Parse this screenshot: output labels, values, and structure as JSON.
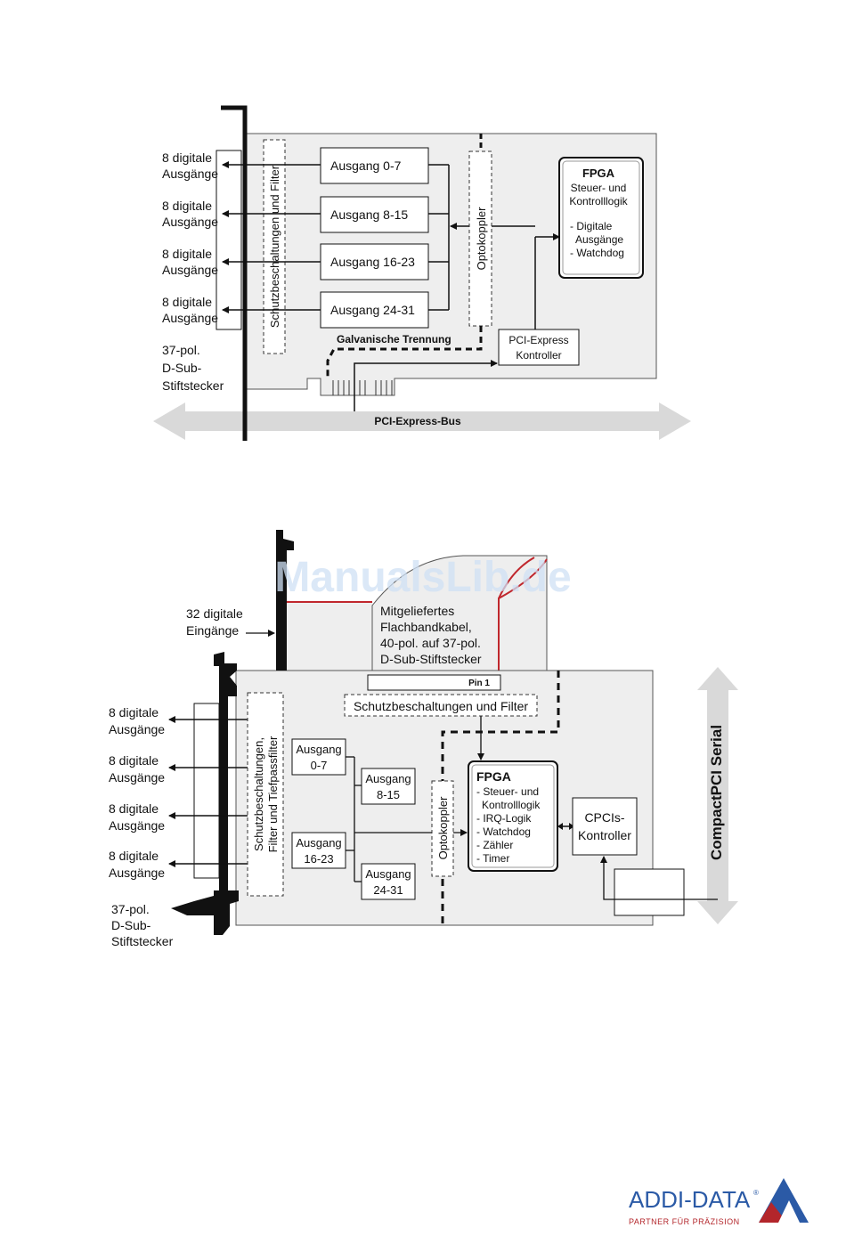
{
  "watermark": "ManualsLib.de",
  "top_diagram": {
    "output_labels": [
      {
        "line1": "8 digitale",
        "line2": "Ausgänge"
      },
      {
        "line1": "8 digitale",
        "line2": "Ausgänge"
      },
      {
        "line1": "8 digitale",
        "line2": "Ausgänge"
      },
      {
        "line1": "8 digitale",
        "line2": "Ausgänge"
      }
    ],
    "connector": {
      "line1": "37-pol.",
      "line2": "D-Sub-",
      "line3": "Stiftstecker"
    },
    "filter_label": "Schutzbeschaltungen und Filter",
    "channels": [
      "Ausgang 0-7",
      "Ausgang 8-15",
      "Ausgang 16-23",
      "Ausgang 24-31"
    ],
    "optocoupler": "Optokoppler",
    "fpga": {
      "title": "FPGA",
      "line1": "Steuer- und",
      "line2": "Kontrolllogik",
      "item1": "- Digitale",
      "item1b": "Ausgänge",
      "item2": "- Watchdog"
    },
    "isolation": "Galvanische Trennung",
    "controller": {
      "line1": "PCI-Express",
      "line2": "Kontroller"
    },
    "bus": "PCI-Express-Bus"
  },
  "bottom_diagram": {
    "inputs": {
      "line1": "32 digitale",
      "line2": "Eingänge"
    },
    "cable": {
      "line1": "Mitgeliefertes",
      "line2": "Flachbandkabel,",
      "line3": "40-pol. auf 37-pol.",
      "line4": "D-Sub-Stiftstecker"
    },
    "pin1": "Pin 1",
    "filter_top": "Schutzbeschaltungen und Filter",
    "output_labels": [
      {
        "line1": "8 digitale",
        "line2": "Ausgänge"
      },
      {
        "line1": "8 digitale",
        "line2": "Ausgänge"
      },
      {
        "line1": "8 digitale",
        "line2": "Ausgänge"
      },
      {
        "line1": "8 digitale",
        "line2": "Ausgänge"
      }
    ],
    "filter_side": {
      "line1": "Schutzbeschaltungen,",
      "line2": "Filter und Tiefpassfilter"
    },
    "channels": [
      {
        "line1": "Ausgang",
        "line2": "0-7"
      },
      {
        "line1": "Ausgang",
        "line2": "8-15"
      },
      {
        "line1": "Ausgang",
        "line2": "16-23"
      },
      {
        "line1": "Ausgang",
        "line2": "24-31"
      }
    ],
    "optocoupler": "Optokoppler",
    "fpga": {
      "title": "FPGA",
      "i1": "- Steuer- und",
      "i1b": "Kontrolllogik",
      "i2": "- IRQ-Logik",
      "i3": "- Watchdog",
      "i4": "- Zähler",
      "i5": "- Timer"
    },
    "controller": {
      "line1": "CPCIs-",
      "line2": "Kontroller"
    },
    "connector": {
      "line1": "37-pol.",
      "line2": "D-Sub-",
      "line3": "Stiftstecker"
    },
    "bus": "CompactPCI Serial"
  },
  "logo": {
    "name": "ADDI-DATA",
    "reg": "®",
    "tagline": "PARTNER FÜR PRÄZISION"
  },
  "colors": {
    "board": "#eeeeee",
    "arrow_gray": "#d9d9d9",
    "cable_red": "#c0272d",
    "logo_blue": "#2b5aa6",
    "logo_red": "#b3262b"
  }
}
